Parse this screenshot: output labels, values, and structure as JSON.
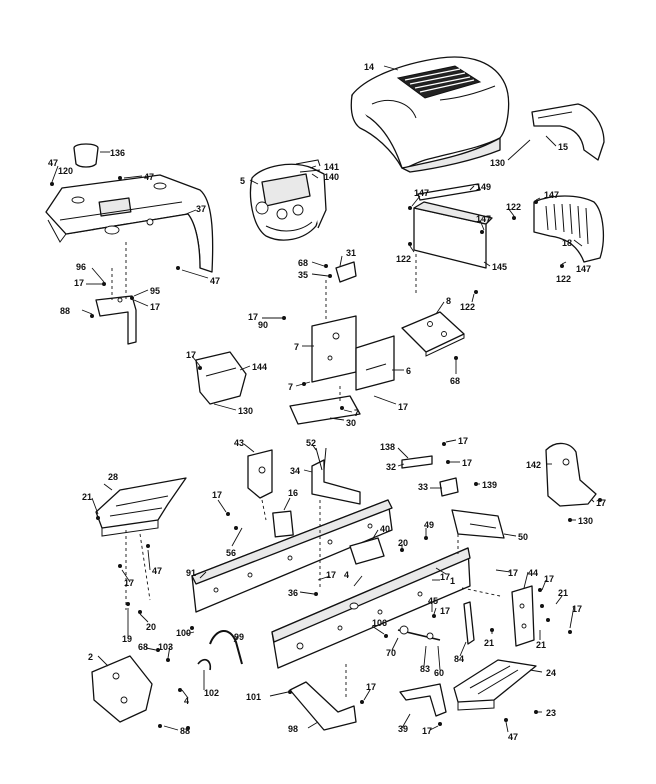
{
  "callouts": {
    "c14": "14",
    "c136": "136",
    "c47a": "47",
    "c47b": "47",
    "c120": "120",
    "c37": "37",
    "c47c": "47",
    "c5": "5",
    "c141": "141",
    "c140": "140",
    "c15": "15",
    "c130a": "130",
    "c149": "149",
    "c147a": "147",
    "c147b": "147",
    "c147c": "147",
    "c122a": "122",
    "c18": "18",
    "c122b": "122",
    "c147d": "147",
    "c122c": "122",
    "c145": "145",
    "c122d": "122",
    "c96": "96",
    "c17a": "17",
    "c95": "95",
    "c17b": "17",
    "c88a": "88",
    "c68a": "68",
    "c31": "31",
    "c35": "35",
    "c8": "8",
    "c17c": "17",
    "c90": "90",
    "c7a": "7",
    "c7b": "7",
    "c7c": "7",
    "c6": "6",
    "c68b": "68",
    "c17d": "17",
    "c144": "144",
    "c130b": "130",
    "c17e": "17",
    "c30": "30",
    "c43": "43",
    "c52": "52",
    "c138": "138",
    "c17f": "17",
    "c32": "32",
    "c17g": "17",
    "c142": "142",
    "c34": "34",
    "c33": "33",
    "c139": "139",
    "c17h": "17",
    "c130c": "130",
    "c28": "28",
    "c21a": "21",
    "c17i": "17",
    "c16": "16",
    "c56": "56",
    "c40": "40",
    "c49": "49",
    "c50": "50",
    "c47d": "47",
    "c17j": "17",
    "c91": "91",
    "c20a": "20",
    "c17k": "17",
    "c4a": "4",
    "c17l": "17",
    "c1": "1",
    "c44": "44",
    "c17m": "17",
    "c21b": "21",
    "c17n": "17",
    "c36": "36",
    "c45": "45",
    "c17o": "17",
    "c19": "19",
    "c20b": "20",
    "c100": "100",
    "c99": "99",
    "c106": "106",
    "c21c": "21",
    "c21d": "21",
    "c2": "2",
    "c68c": "68",
    "c103": "103",
    "c70": "70",
    "c83": "83",
    "c60": "60",
    "c84": "84",
    "c4b": "4",
    "c102": "102",
    "c24": "24",
    "c101": "101",
    "c17p": "17",
    "c23": "23",
    "c88b": "88",
    "c98": "98",
    "c39": "39",
    "c17q": "17",
    "c47e": "47"
  }
}
